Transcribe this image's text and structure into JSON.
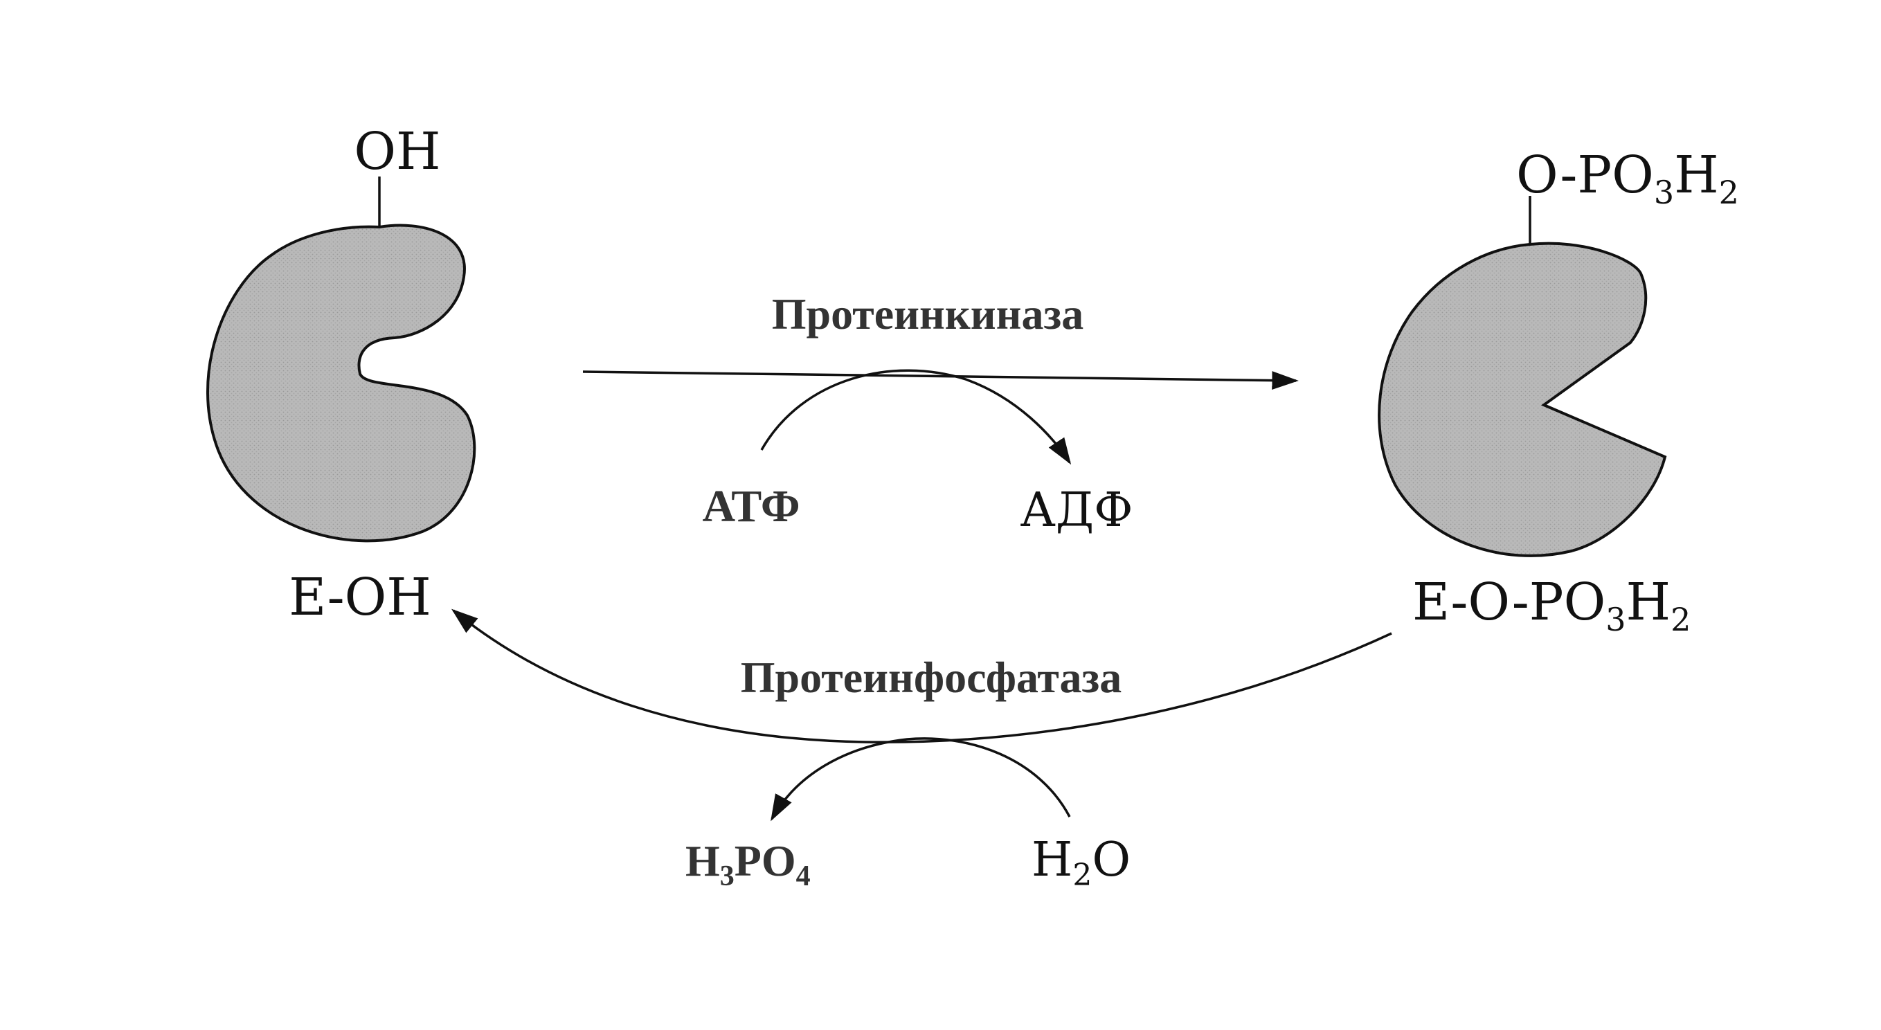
{
  "enzyme_left": {
    "group_label": "OH",
    "caption": "E-OH"
  },
  "enzyme_right": {
    "group_label": {
      "base": "O-PO",
      "sub1": "3",
      "mid": "H",
      "sub2": "2"
    },
    "caption": {
      "base": "E-O-PO",
      "sub1": "3",
      "mid": "H",
      "sub2": "2"
    }
  },
  "forward_reaction": {
    "enzyme_name": "Протеинкиназа",
    "substrate": "АТФ",
    "product": "АДФ"
  },
  "reverse_reaction": {
    "enzyme_name": "Протеинфосфатаза",
    "product": {
      "pre": "H",
      "sub1": "3",
      "mid": "PO",
      "sub2": "4"
    },
    "substrate": {
      "pre": "H",
      "sub1": "2",
      "post": "O"
    }
  },
  "colors": {
    "enzyme_fill": "#b9b9b9",
    "outline": "#111111",
    "bold_text": "#333333"
  }
}
